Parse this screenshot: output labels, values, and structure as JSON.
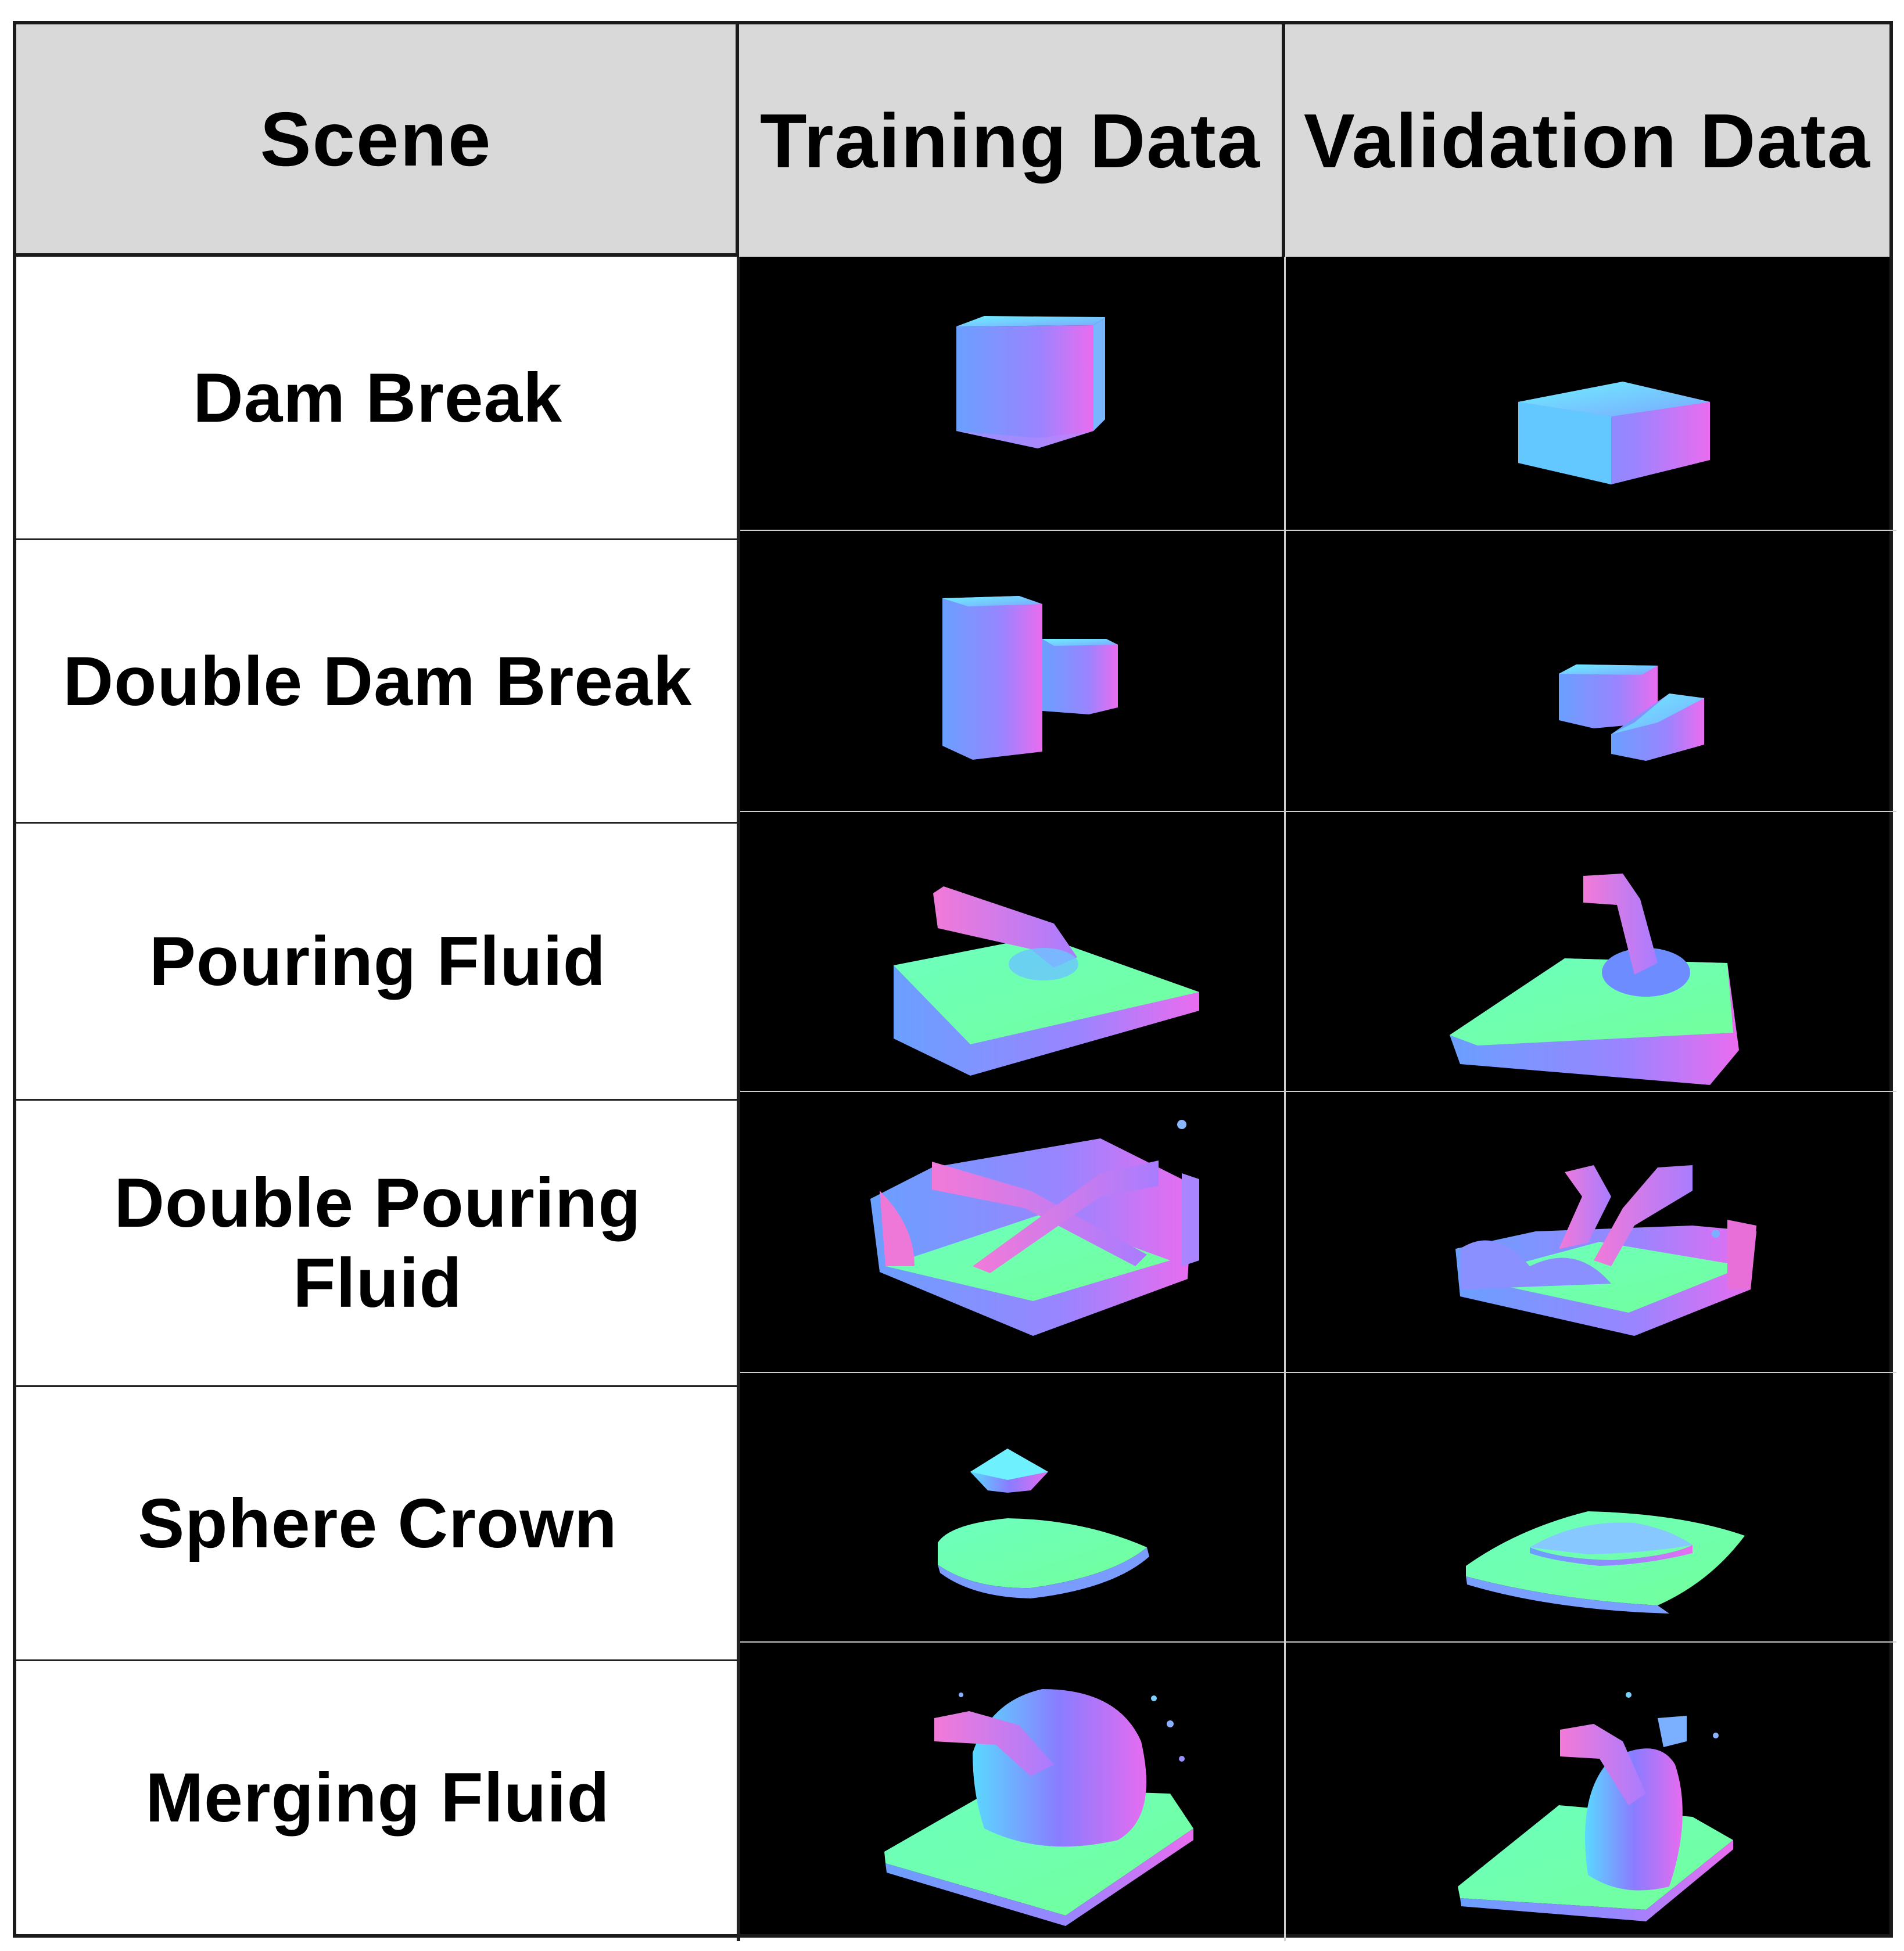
{
  "header": {
    "scene": "Scene",
    "training": "Training Data",
    "validation": "Validation Data"
  },
  "rows": [
    {
      "scene": "Dam Break",
      "training_render": "tall-cube",
      "validation_render": "flat-box"
    },
    {
      "scene": "Double Dam Break",
      "training_render": "two-columns",
      "validation_render": "stacked-boxes"
    },
    {
      "scene": "Pouring Fluid",
      "training_render": "pour-slab",
      "validation_render": "pour-spout"
    },
    {
      "scene": "Double Pouring Fluid",
      "training_render": "double-pour",
      "validation_render": "double-pour-wave"
    },
    {
      "scene": "Sphere Crown",
      "training_render": "drop-sheet",
      "validation_render": "crown-sheet"
    },
    {
      "scene": "Merging Fluid",
      "training_render": "merge-splash",
      "validation_render": "merge-splash-2"
    }
  ],
  "colors": {
    "header_bg": "#d9d9d9",
    "cell_bg": "#000000",
    "normal_green": "#6dffb0",
    "normal_blue": "#6a8cff",
    "normal_magenta": "#e46cf0",
    "normal_cyan": "#5fe8ff"
  }
}
